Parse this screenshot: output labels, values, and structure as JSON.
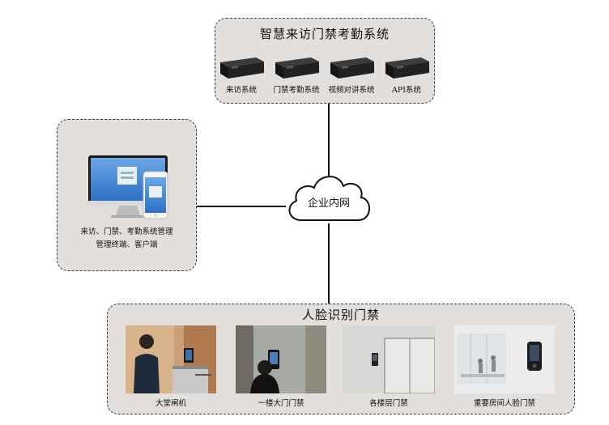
{
  "top_group": {
    "title": "智慧来访门禁考勤系统",
    "servers": [
      {
        "label": "来访系统",
        "icon": "server-icon"
      },
      {
        "label": "门禁考勤系统",
        "icon": "server-icon"
      },
      {
        "label": "视频对讲系统",
        "icon": "server-icon"
      },
      {
        "label": "API系统",
        "icon": "server-icon"
      }
    ]
  },
  "cloud": {
    "label": "企业内网",
    "icon": "cloud-icon"
  },
  "left_group": {
    "label_line1": "来访、门禁、考勤系统管理",
    "label_line2": "管理终端、客户端",
    "icon": "monitor-phone-icon"
  },
  "bottom_group": {
    "title": "人脸识别门禁",
    "items": [
      {
        "label": "大堂闸机"
      },
      {
        "label": "一楼大门门禁"
      },
      {
        "label": "各楼层门禁"
      },
      {
        "label": "重要房间人脸门禁"
      }
    ]
  },
  "colors": {
    "panel_bg": "#e2dfdc",
    "border": "#3a3a3a",
    "line": "#111111"
  }
}
